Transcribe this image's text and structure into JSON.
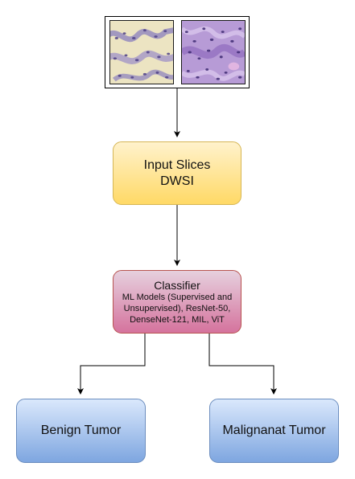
{
  "nodes": {
    "input": {
      "line1": "Input Slices",
      "line2": "DWSI",
      "fill_top": "#fff2cc",
      "fill_bottom": "#ffd966",
      "stroke": "#d6b656"
    },
    "classifier": {
      "title": "Classifier",
      "detail": "ML Models (Supervised and Unsupervised), ResNet-50, DenseNet-121, MIL, ViT",
      "fill_top": "#e6d0de",
      "fill_bottom": "#d5739d",
      "stroke": "#b85450"
    },
    "benign": {
      "label": "Benign Tumor",
      "fill_top": "#dae8fc",
      "fill_bottom": "#7ea6e0",
      "stroke": "#6c8ebf"
    },
    "malignant": {
      "label": "Malignanat Tumor",
      "fill_top": "#dae8fc",
      "fill_bottom": "#7ea6e0",
      "stroke": "#6c8ebf"
    }
  },
  "images": {
    "left_tile": "histology-patch-pale",
    "right_tile": "histology-patch-purple"
  },
  "edges": [
    {
      "from": "image-panel",
      "to": "input"
    },
    {
      "from": "input",
      "to": "classifier"
    },
    {
      "from": "classifier",
      "to": "benign"
    },
    {
      "from": "classifier",
      "to": "malignant"
    }
  ]
}
